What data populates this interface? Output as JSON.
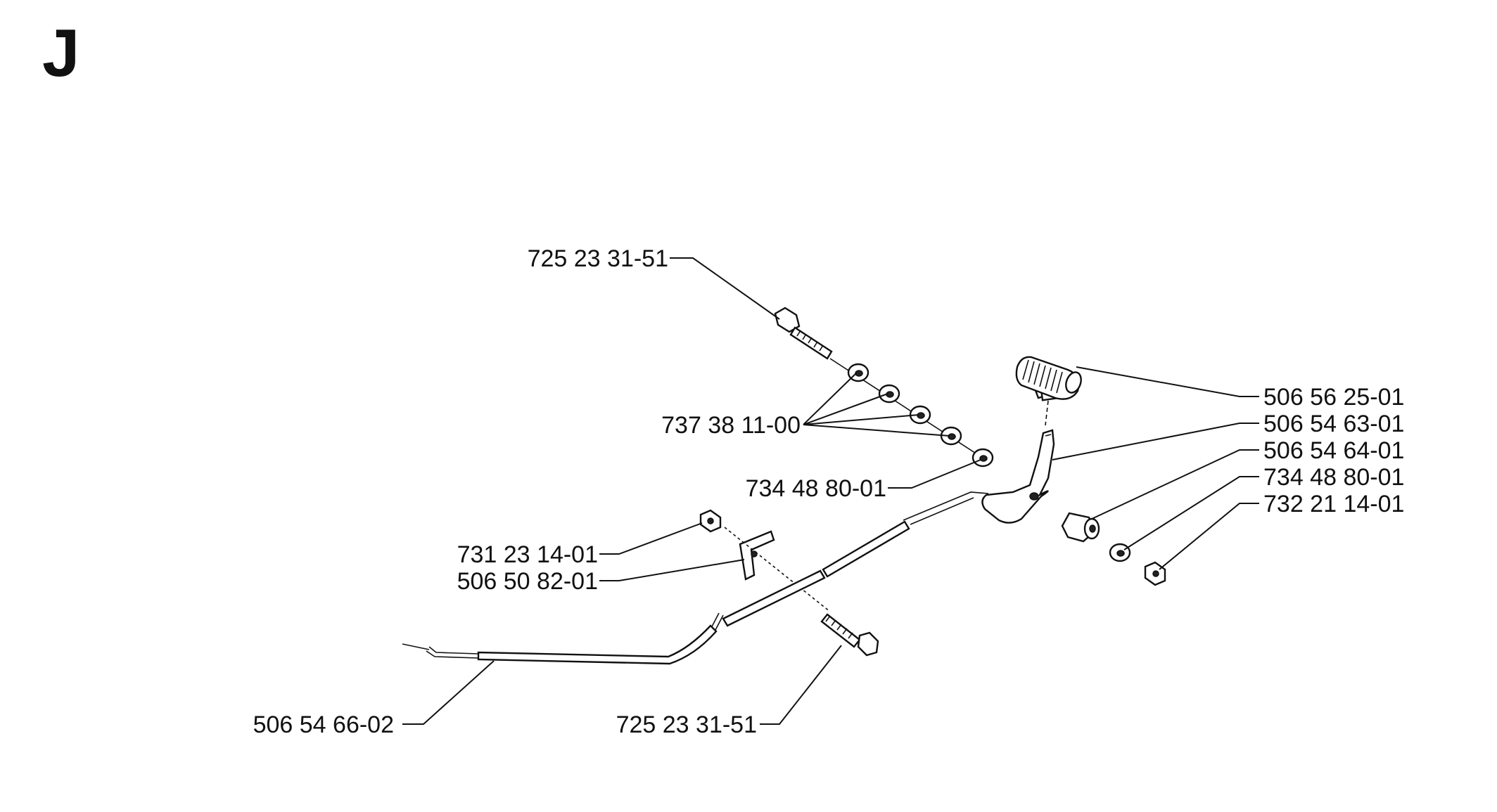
{
  "section_letter": "J",
  "labels": {
    "bolt_top": "725 23 31-51",
    "washers": "737 38 11-00",
    "washer_mid": "734 48 80-01",
    "nut_left": "731 23 14-01",
    "clamp": "506 50 82-01",
    "cable": "506 54 66-02",
    "bolt_bottom": "725 23 31-51",
    "knob": "506 56 25-01",
    "lever": "506 54 63-01",
    "bushing": "506 54 64-01",
    "washer_right": "734 48 80-01",
    "nut_right": "732 21 14-01"
  }
}
